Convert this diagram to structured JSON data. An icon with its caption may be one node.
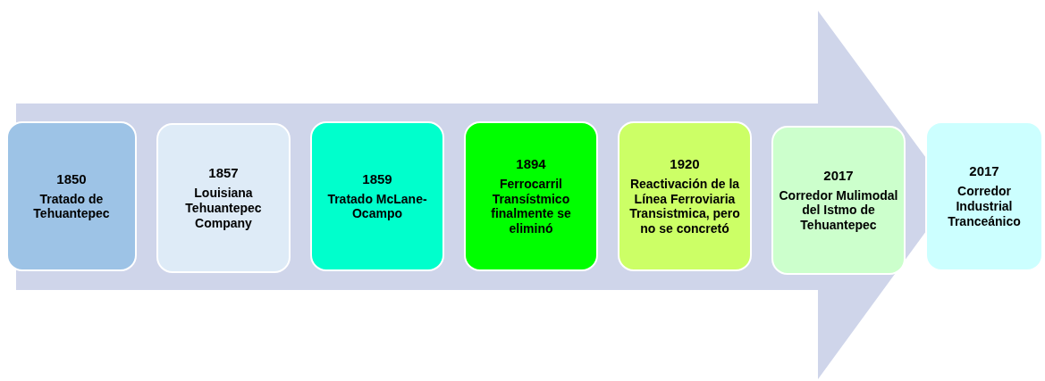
{
  "diagram": {
    "nodes": [
      {
        "text": [
          "1850",
          "Tratado de Tehuantepec"
        ]
      },
      {
        "text": [
          "1857",
          "Louisiana Tehuantepec Company"
        ]
      },
      {
        "text": [
          "1859",
          "Tratado McLane-Ocampo"
        ]
      },
      {
        "text": [
          "1894",
          "Ferrocarril Transístmico finalmente se eliminó"
        ]
      },
      {
        "text": [
          "1920",
          "Reactivación de la Línea Ferroviaria Transistmica, pero no se concretó"
        ]
      },
      {
        "text": [
          "2017",
          "Corredor Mulimodal del Istmo de Tehuantepec"
        ]
      },
      {
        "text": [
          "2017",
          "Corredor Industrial Tranceánico"
        ]
      }
    ]
  }
}
